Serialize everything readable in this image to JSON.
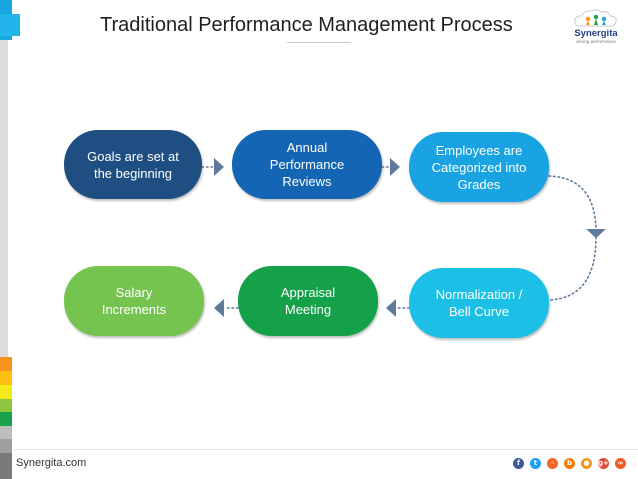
{
  "header": {
    "title": "Traditional Performance Management Process"
  },
  "logo": {
    "name": "Synergita",
    "tagline": "driving performance"
  },
  "diagram": {
    "nodes": [
      {
        "id": "goals",
        "lines": [
          "Goals are set at",
          "the beginning"
        ],
        "color": "#1f4f82"
      },
      {
        "id": "annual",
        "lines": [
          "Annual",
          "Performance",
          "Reviews"
        ],
        "color": "#1466b4"
      },
      {
        "id": "employees",
        "lines": [
          "Employees are",
          "Categorized into",
          "Grades"
        ],
        "color": "#1aa3e3"
      },
      {
        "id": "normal",
        "lines": [
          "Normalization /",
          "Bell Curve"
        ],
        "color": "#1cc0e6"
      },
      {
        "id": "appraisal",
        "lines": [
          "Appraisal",
          "Meeting"
        ],
        "color": "#14a14a"
      },
      {
        "id": "salary",
        "lines": [
          "Salary",
          "Increments"
        ],
        "color": "#76c450"
      }
    ],
    "connector_color": "#5e7a9a"
  },
  "footer": {
    "site": "Synergita.com",
    "social_icons": [
      {
        "name": "facebook-icon",
        "glyph": "f",
        "color": "#3b5998"
      },
      {
        "name": "twitter-icon",
        "glyph": "t",
        "color": "#1da1f2"
      },
      {
        "name": "rss-icon",
        "glyph": "◦",
        "color": "#f26522"
      },
      {
        "name": "blog-icon",
        "glyph": "b",
        "color": "#f57d00"
      },
      {
        "name": "share-icon",
        "glyph": "●",
        "color": "#f7931e"
      },
      {
        "name": "google-plus-icon",
        "glyph": "g+",
        "color": "#dd4b39"
      },
      {
        "name": "slideshare-icon",
        "glyph": "∞",
        "color": "#f15a24"
      }
    ]
  }
}
